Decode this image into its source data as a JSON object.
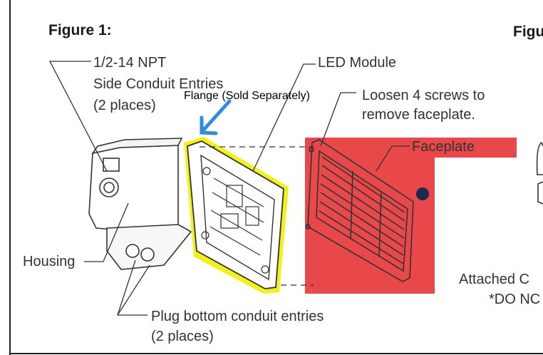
{
  "figure": {
    "title": "Figure 1:",
    "next_title_partial": "Figu",
    "callouts": {
      "conduit_line1": "1/2-14 NPT",
      "conduit_line2": "Side Conduit Entries",
      "conduit_line3": "(2 places)",
      "led_module": "LED Module",
      "flange": "Flange (Sold Separately)",
      "loosen_line1": "Loosen 4 screws to",
      "loosen_line2": "remove faceplate.",
      "faceplate": "Faceplate",
      "housing": "Housing",
      "plug_line1": "Plug bottom conduit entries",
      "plug_line2": "(2 places)"
    },
    "right_cut_text": {
      "line1": "Attached C",
      "line2": "*DO NC"
    }
  },
  "colors": {
    "highlight_red": "#e8484a",
    "highlight_yellow": "#f2f21a",
    "arrow_blue": "#2f8ce0",
    "dot_navy": "#1c2a4d",
    "line": "#333333"
  }
}
